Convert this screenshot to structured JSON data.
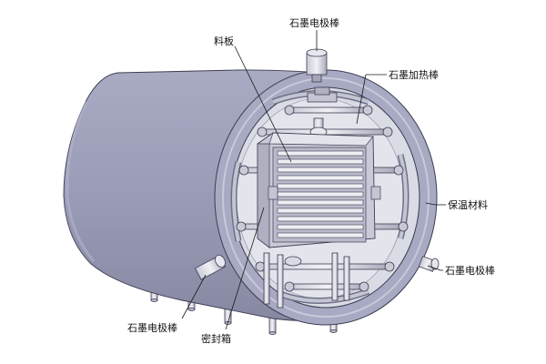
{
  "labels": {
    "electrode_top": "石墨电极棒",
    "material_plate": "料板",
    "heating_rod": "石墨加热棒",
    "insulation": "保温材料",
    "electrode_right": "石墨电极棒",
    "electrode_left": "石墨电极棒",
    "sealed_box": "密封箱"
  },
  "colors": {
    "body": "#9a9bb6",
    "body_dark": "#7f8199",
    "interior": "#d9dbe5",
    "metal": "#b9bbc9",
    "metal_light": "#dcdde6",
    "edge": "#3d3d52"
  }
}
